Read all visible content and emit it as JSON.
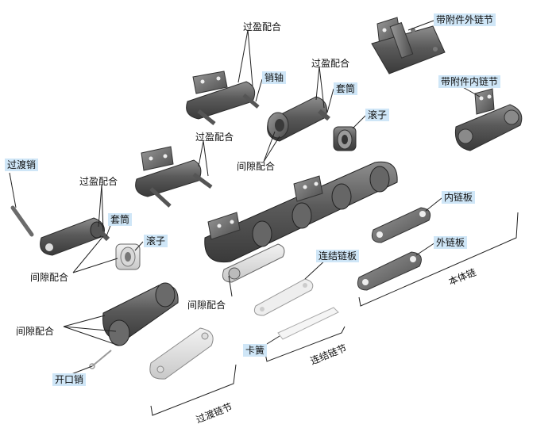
{
  "labels": {
    "attachment_outer_link": "带附件外链节",
    "attachment_inner_link": "带附件内链节",
    "interference_fit": "过盈配合",
    "pin": "销轴",
    "bushing": "套筒",
    "roller": "滚子",
    "clearance_fit": "间隙配合",
    "transition_pin": "过渡销",
    "cotter_pin": "开口销",
    "inner_plate": "内链板",
    "outer_plate": "外链板",
    "connecting_plate": "连结链板",
    "spring_clip": "卡簧",
    "transition_link": "过渡链节",
    "connecting_link": "连结链节",
    "base_chain": "本体链"
  }
}
